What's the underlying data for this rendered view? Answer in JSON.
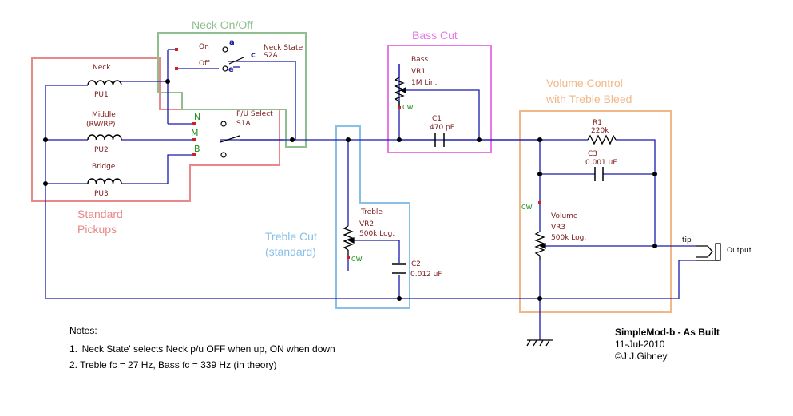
{
  "groups": {
    "neck_onoff": {
      "label": "Neck On/Off",
      "color": "#8fbf8f"
    },
    "bass_cut": {
      "label": "Bass Cut",
      "color": "#e878e8"
    },
    "standard_pickups": {
      "line1": "Standard",
      "line2": "Pickups",
      "color": "#e88888"
    },
    "treble_cut": {
      "line1": "Treble Cut",
      "line2": "(standard)",
      "color": "#88c0e8"
    },
    "volume_control": {
      "line1": "Volume Control",
      "line2": "with Treble Bleed",
      "color": "#f0b888"
    }
  },
  "components": {
    "pu1": {
      "name": "Neck",
      "ref": "PU1"
    },
    "pu2": {
      "name": "Middle",
      "sub": "(RW/RP)",
      "ref": "PU2"
    },
    "pu3": {
      "name": "Bridge",
      "ref": "PU3"
    },
    "s2a": {
      "name": "Neck State",
      "ref": "S2A",
      "pos_on": "On",
      "pos_off": "Off",
      "term_a": "a",
      "term_c": "c",
      "term_e": "e"
    },
    "s1a": {
      "name": "P/U Select",
      "ref": "S1A",
      "pos_n": "N",
      "pos_m": "M",
      "pos_b": "B"
    },
    "vr1": {
      "name": "Bass",
      "ref": "VR1",
      "value": "1M Lin.",
      "cw": "CW"
    },
    "c1": {
      "ref": "C1",
      "value": "470 pF"
    },
    "vr2": {
      "name": "Treble",
      "ref": "VR2",
      "value": "500k Log.",
      "cw": "CW"
    },
    "c2": {
      "ref": "C2",
      "value": "0.012 uF"
    },
    "r1": {
      "ref": "R1",
      "value": "220k"
    },
    "c3": {
      "ref": "C3",
      "value": "0.001 uF"
    },
    "vr3": {
      "name": "Volume",
      "ref": "VR3",
      "value": "500k Log.",
      "cw": "CW"
    },
    "jack": {
      "tip": "tip",
      "label": "Output"
    }
  },
  "notes": {
    "heading": "Notes:",
    "line1": "1. 'Neck State' selects Neck p/u OFF when up, ON when down",
    "line2": "2. Treble fc = 27 Hz, Bass fc = 339 Hz (in theory)"
  },
  "title_block": {
    "title": "SimpleMod-b - As Built",
    "date": "11-Jul-2010",
    "author": "©J.J.Gibney"
  },
  "colors": {
    "wire": "#1a1aaa",
    "component": "#000000",
    "label": "#7a1a1a",
    "terminal": "#cc2222"
  }
}
